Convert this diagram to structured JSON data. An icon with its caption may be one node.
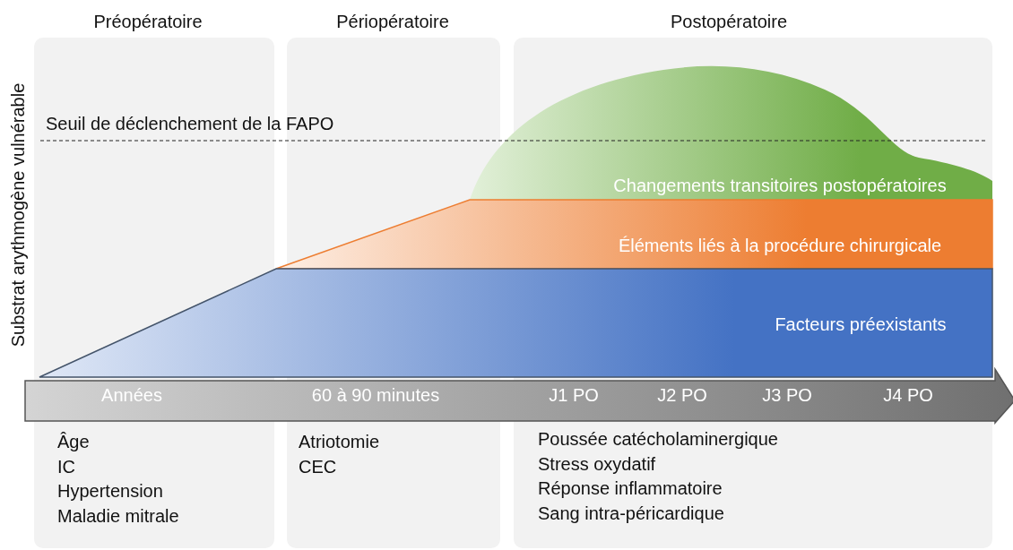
{
  "diagram": {
    "nodes": [
      {
        "text": [
          "Préopératoire",
          "Âge",
          "IC",
          "Hypertension",
          "Maladie mitrale"
        ]
      },
      {
        "text": [
          "Périopératoire",
          "Atriotomie",
          "CEC"
        ]
      },
      {
        "text": [
          "Postopératoire",
          "Poussée catécholaminergique",
          "Stress oxydatif",
          "Réponse inflammatoire",
          "Sang intra-péricardique"
        ]
      },
      {
        "text": [
          "Changements transitoires postopératoires"
        ]
      },
      {
        "text": [
          "Éléments liés à la procédure chirurgicale"
        ]
      },
      {
        "text": [
          "Facteurs préexistants"
        ]
      },
      {
        "text": [
          "Années",
          "60 à 90 minutes",
          "J1 PO",
          "J2 PO",
          "J3 PO",
          "J4 PO"
        ]
      }
    ],
    "labels": [
      "Substrat arythmogène vulnérable",
      "Seuil de déclenchement de la FAPO"
    ]
  }
}
